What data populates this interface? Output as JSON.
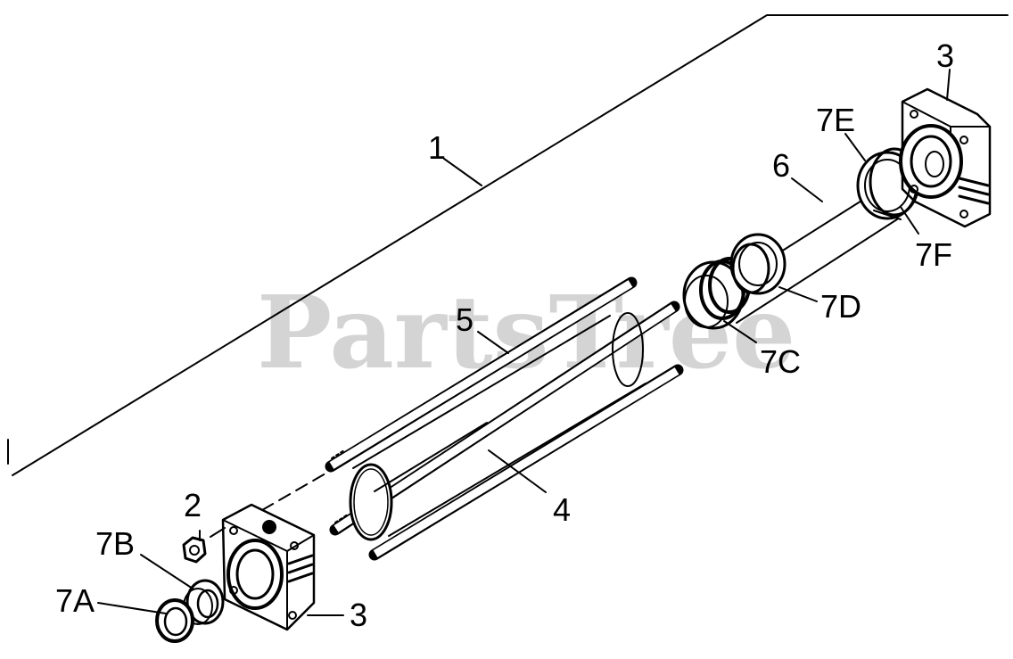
{
  "watermark": "PartsTree",
  "callouts": {
    "c1": "1",
    "c2": "2",
    "c3_top": "3",
    "c3_bottom": "3",
    "c4": "4",
    "c5": "5",
    "c6": "6",
    "c7a": "7A",
    "c7b": "7B",
    "c7c": "7C",
    "c7d": "7D",
    "c7e": "7E",
    "c7f": "7F"
  }
}
